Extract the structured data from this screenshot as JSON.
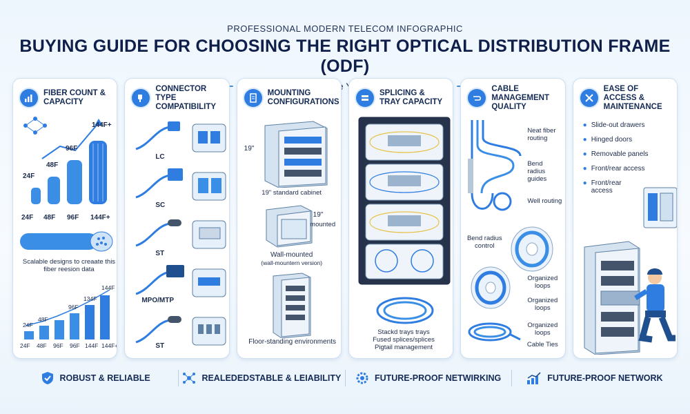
{
  "header": {
    "kicker": "PROFESSIONAL MODERN TELECOM INFOGRAPHIC",
    "title": "BUYING GUIDE FOR CHOOSING THE RIGHT OPTICAL DISTRIBUTION FRAME (ODF)",
    "subtitle": "Key Factors to Optimize Your Fiber Infrastructure"
  },
  "cards": {
    "fiber": {
      "title": "FIBER COUNT & CAPACITY",
      "icon": "bar-chart-icon",
      "bundle_labels_top": [
        "24F",
        "48F",
        "96F",
        "144F+"
      ],
      "bundle_labels_bottom": [
        "24F",
        "48F",
        "96F",
        "144F+"
      ],
      "caption": "Scalable designs to creaate this fiber reesion data",
      "chart_top_labels": [
        "24F",
        "48F",
        "96F",
        "134F",
        "144F"
      ],
      "chart_bottom_labels": [
        "24F",
        "48F",
        "96F",
        "96F",
        "144F",
        "144F+"
      ]
    },
    "connector": {
      "title": "CONNECTOR TYPE COMPATIBILITY",
      "icon": "connector-plug-icon",
      "types": [
        "LC",
        "SC",
        "ST",
        "MPO/MTP",
        "ST"
      ]
    },
    "mounting": {
      "title": "MOUNTING CONFIGURATIONS",
      "icon": "cabinet-icon",
      "cabinet_size": "19\"",
      "cabinet_caption": "19\" standard cabinet",
      "wall_size": "19\"",
      "wall_size_note": "mounted",
      "wall_caption": "Wall-mounted",
      "wall_subcaption": "(wall-mountern version)",
      "floor_caption": "Floor-standing environments"
    },
    "splicing": {
      "title": "SPLICING & TRAY CAPACITY",
      "icon": "splice-tray-icon",
      "caption_1": "Stackd trays trays",
      "caption_2": "Fused splices/splices",
      "caption_3": "Pigtail management"
    },
    "cable": {
      "title": "CABLE MANAGEMENT QUALITY",
      "icon": "cable-loop-icon",
      "label_neat": "Neat fiber routing",
      "label_bend_guides": "Bend radius guides",
      "label_well": "Well routing",
      "label_bend_control": "Bend radius control",
      "label_organized_1": "Organized loops",
      "label_organized_2": "Organized loops",
      "label_organized_3": "Organized loops",
      "label_ties": "Cable Ties"
    },
    "access": {
      "title": "EASE OF ACCESS & MAINTENANCE",
      "icon": "tools-icon",
      "bullets": [
        "Slide-out drawers",
        "Hinged doors",
        "Removable panels",
        "Front/rear access",
        "Front/rear access"
      ]
    }
  },
  "footer": [
    {
      "label": "ROBUST & RELIABLE",
      "icon": "shield-check-icon"
    },
    {
      "label": "REALEDEDSTABLE & LEIABILITY",
      "icon": "network-node-icon"
    },
    {
      "label": "FUTURE-PROOF NETWIRKING",
      "icon": "gear-icon"
    },
    {
      "label": "FUTURE-PROOF NETWORK",
      "icon": "growth-chart-icon"
    }
  ],
  "colors": {
    "accent": "#2f7de1",
    "navy": "#142a55",
    "cable_blue": "#3a8ee6",
    "card_border": "#cfe0f1"
  }
}
